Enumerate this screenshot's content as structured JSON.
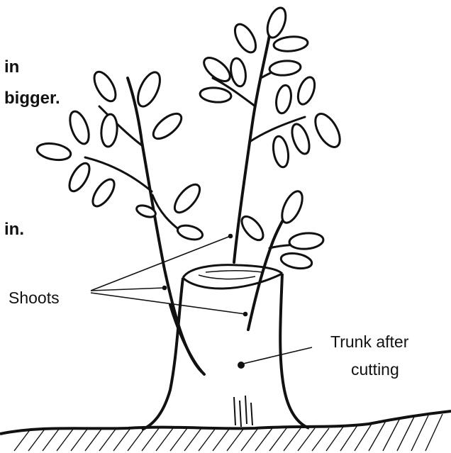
{
  "fragments": {
    "line1": "in",
    "line2": "bigger.",
    "line3": "in."
  },
  "labels": {
    "shoots": "Shoots",
    "trunk_line1": "Trunk after",
    "trunk_line2": "cutting"
  },
  "colors": {
    "ink": "#111111",
    "paper": "#ffffff"
  }
}
